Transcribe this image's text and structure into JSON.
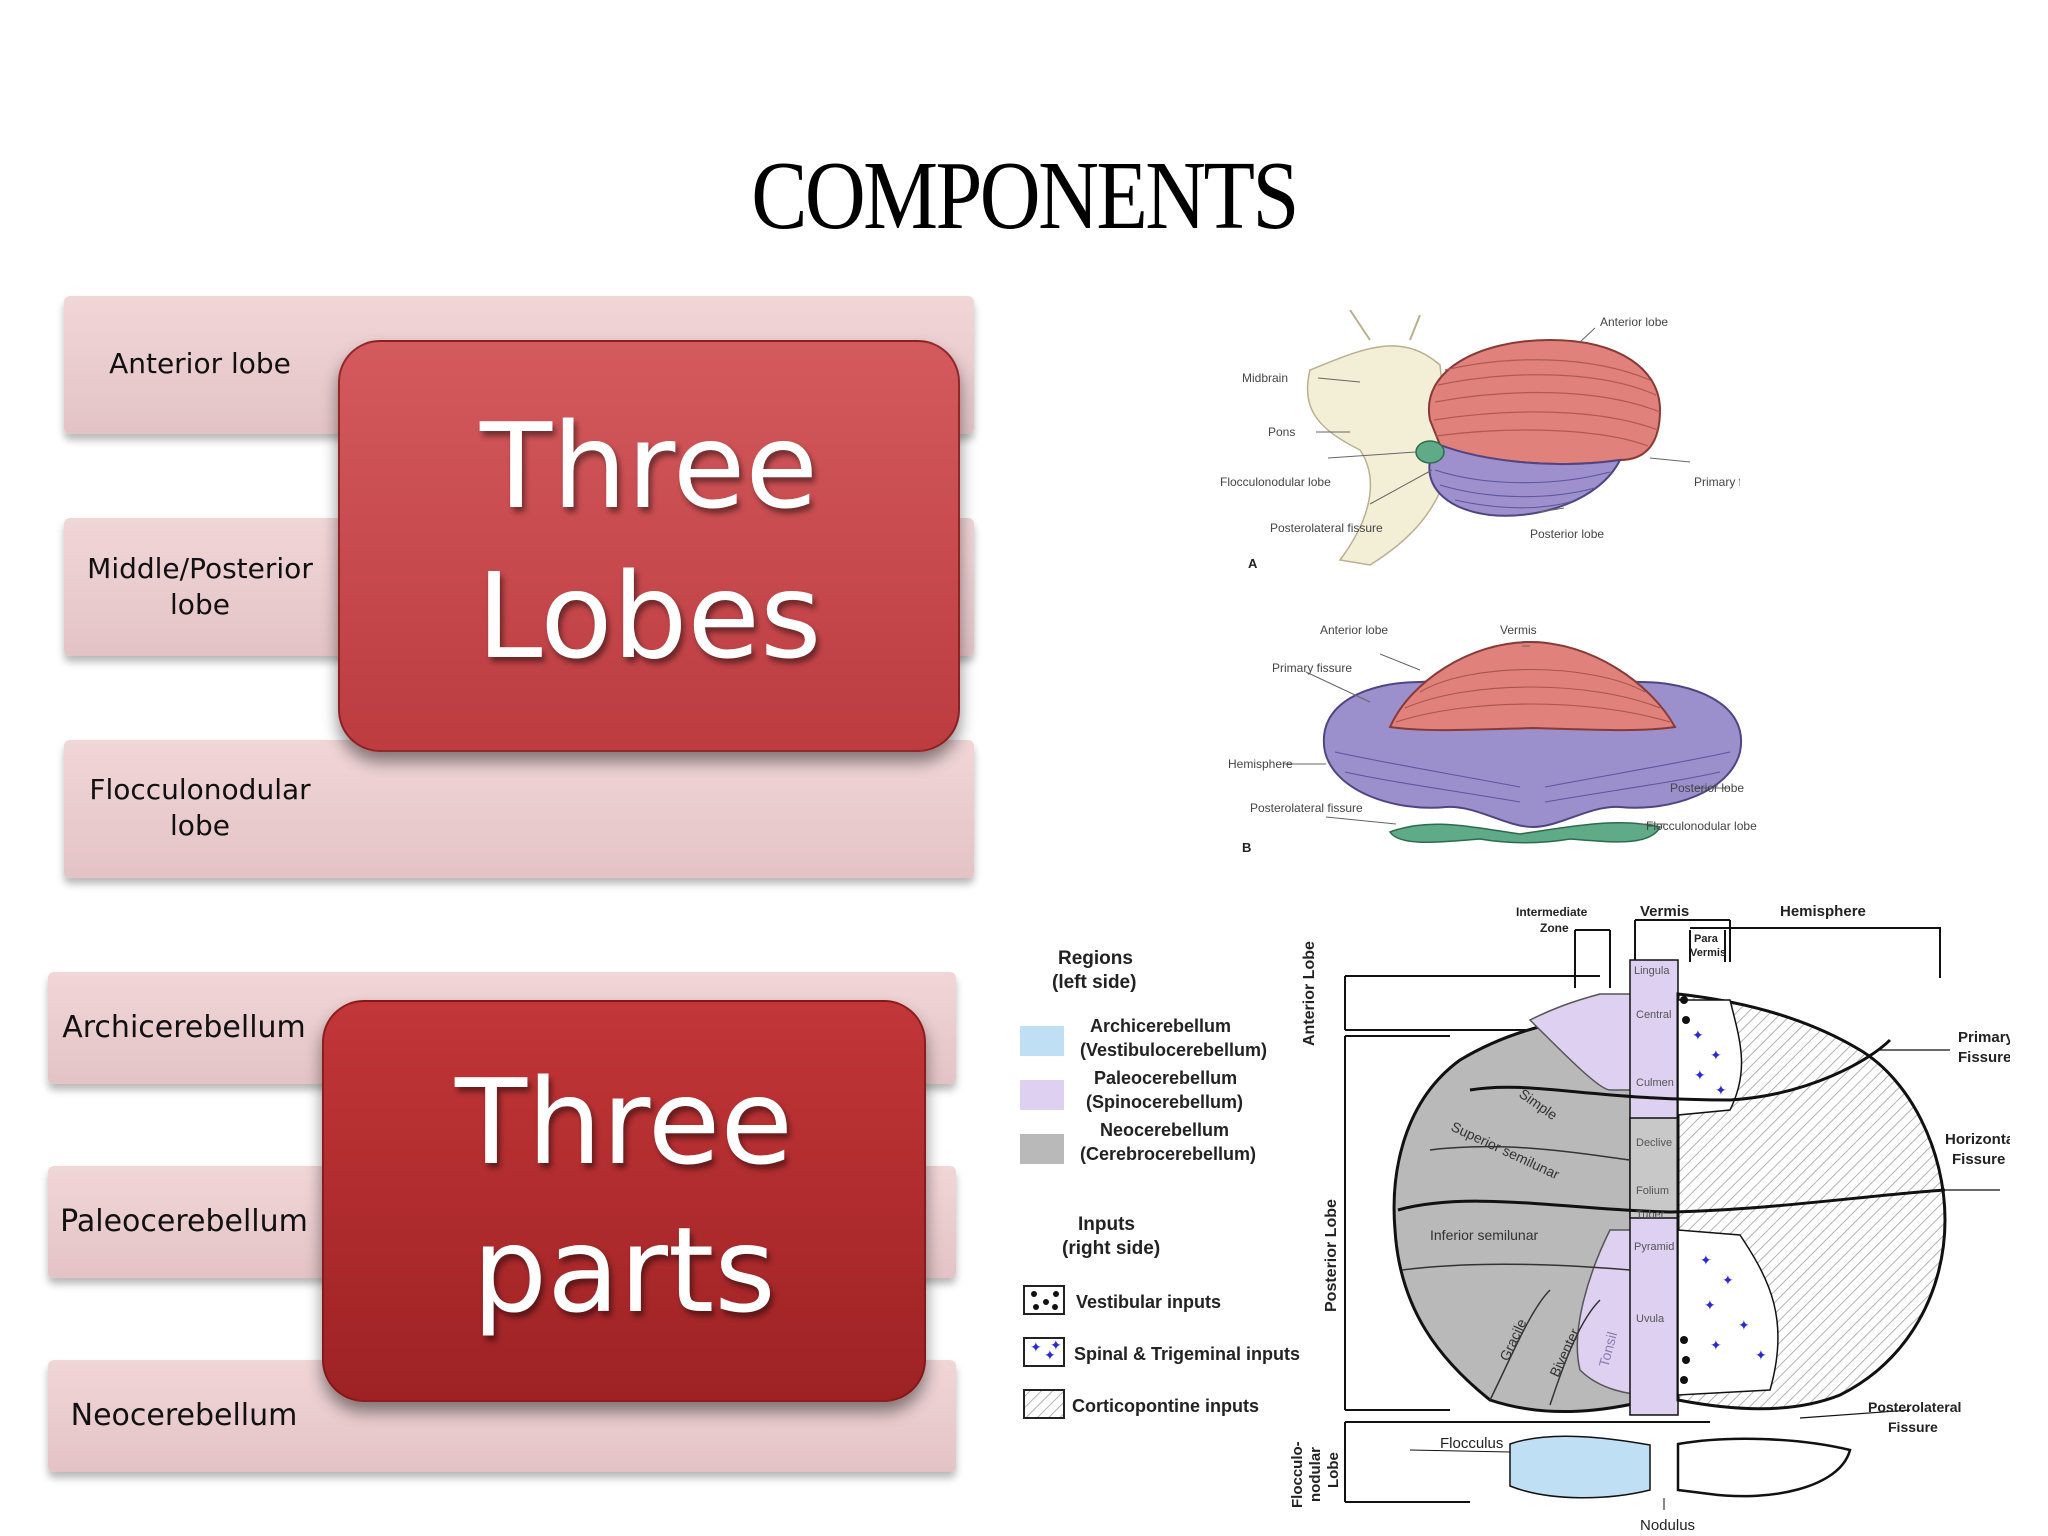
{
  "title": "COMPONENTS",
  "lobes": {
    "items": [
      "Anterior lobe",
      "Middle/Posterior lobe",
      "Flocculonodular lobe"
    ],
    "center_line1": "Three",
    "center_line2": "Lobes"
  },
  "parts": {
    "items": [
      "Archicerebellum",
      "Paleocerebellum",
      "Neocerebellum"
    ],
    "center_line1": "Three",
    "center_line2": "parts"
  },
  "figA": {
    "letter": "A",
    "labels": [
      "Anterior lobe",
      "Midbrain",
      "Pons",
      "Flocculonodular lobe",
      "Primary fissure",
      "Posterolateral fissure",
      "Posterior lobe"
    ]
  },
  "figB": {
    "letter": "B",
    "labels": [
      "Anterior lobe",
      "Vermis",
      "Primary fissure",
      "Hemisphere",
      "Posterior lobe",
      "Posterolateral fissure",
      "Flocculonodular lobe"
    ]
  },
  "diagram": {
    "regions_title": [
      "Regions",
      "(left side)"
    ],
    "legend_regions": [
      [
        "Archicerebellum",
        "(Vestibulocerebellum)"
      ],
      [
        "Paleocerebellum",
        "(Spinocerebellum)"
      ],
      [
        "Neocerebellum",
        "(Cerebrocerebellum)"
      ]
    ],
    "inputs_title": [
      "Inputs",
      "(right side)"
    ],
    "legend_inputs": [
      "Vestibular inputs",
      "Spinal & Trigeminal inputs",
      "Corticopontine inputs"
    ],
    "top_labels": [
      "Intermediate",
      "Zone",
      "Vermis",
      "Hemisphere",
      "Para",
      "Vermis"
    ],
    "side_labels": [
      "Anterior Lobe",
      "Posterior Lobe",
      "Flocculo-",
      "nodular",
      "Lobe"
    ],
    "right_labels": [
      "Primary",
      "Fissure",
      "Horizontal",
      "Fissure",
      "Posterolateral",
      "Fissure"
    ],
    "vermis_labels": [
      "Lingula",
      "Central",
      "Culmen",
      "Declive",
      "Folium",
      "Tuber",
      "Pyramid",
      "Uvula"
    ],
    "hemi_labels": [
      "Simple",
      "Superior semilunar",
      "Inferior semilunar",
      "Gracile",
      "Biventer",
      "Tonsil"
    ],
    "bottom_labels": [
      "Flocculus",
      "Nodulus"
    ]
  },
  "colors": {
    "lobe_box": "#c8474b",
    "parts_box": "#b02a2b",
    "bar": "#ecd0d2",
    "anterior": "#e07b76",
    "posterior": "#9b8fcc",
    "floccular": "#5faa87",
    "archi": "#bfe0f4",
    "paleo": "#ddd0f0",
    "neo": "#b9b9b9"
  }
}
